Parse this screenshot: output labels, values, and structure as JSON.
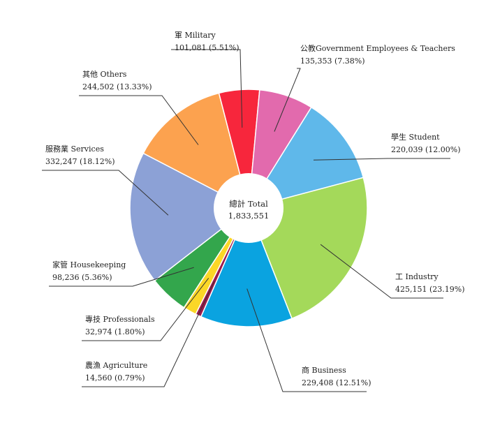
{
  "chart_data": {
    "type": "pie",
    "center_label": "總計 Total",
    "center_value": "1,833,551",
    "categories": [
      "軍 Military",
      "公教Government Employees & Teachers",
      "學生 Student",
      "工 Industry",
      "商 Business",
      "農漁 Agriculture",
      "專技 Professionals",
      "家管 Housekeeping",
      "服務業 Services",
      "其他 Others"
    ],
    "values": [
      101081,
      135353,
      220039,
      425151,
      229408,
      14560,
      32974,
      98236,
      332247,
      244502
    ],
    "value_labels": [
      "101,081 (5.51%)",
      "135,353 (7.38%)",
      "220,039 (12.00%)",
      "425,151 (23.19%)",
      "229,408 (12.51%)",
      "14,560 (0.79%)",
      "32,974 (1.80%)",
      "98,236 (5.36%)",
      "332,247 (18.12%)",
      "244,502 (13.33%)"
    ],
    "colors": [
      "#f7263c",
      "#e26aad",
      "#5fb8ea",
      "#a4d95a",
      "#0aa3e0",
      "#9b1a4b",
      "#fbd727",
      "#33a64c",
      "#8ca1d6",
      "#fca24f"
    ],
    "grid": false,
    "legend": "none"
  }
}
